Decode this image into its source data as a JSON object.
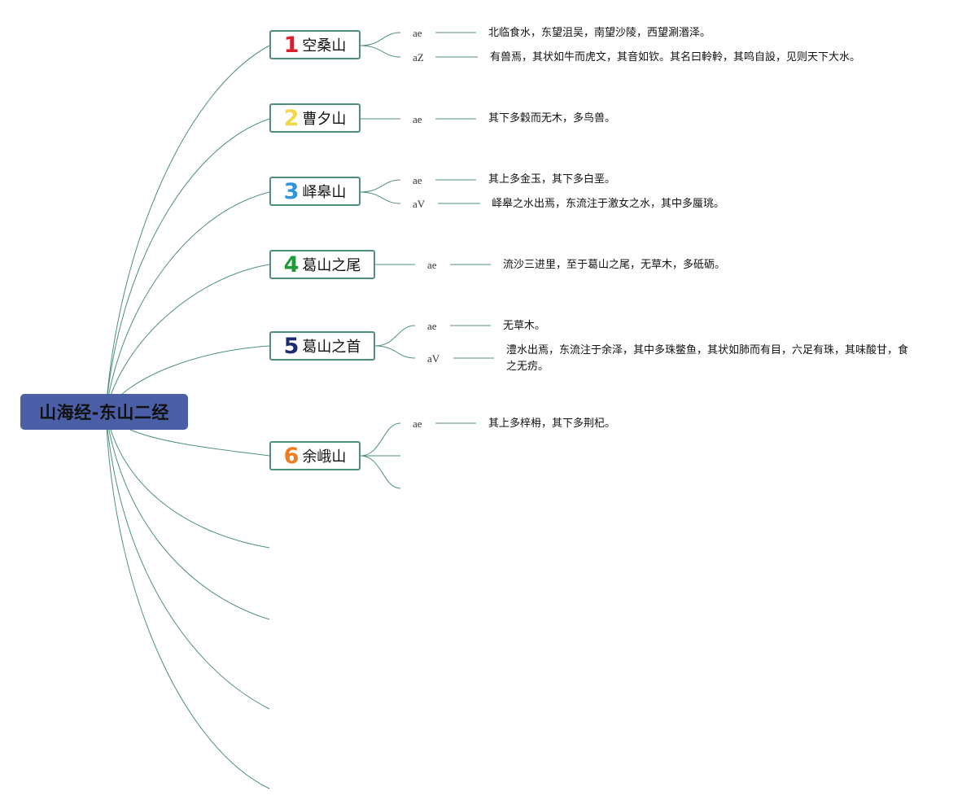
{
  "root": {
    "title": "山海经-东山二经"
  },
  "mountains": [
    {
      "number": "1",
      "color": "#d6202e",
      "name": "空桑山",
      "entries": [
        {
          "tag": "ae",
          "text": "北临食水，东望沮吴，南望沙陵，西望涮湣泽。"
        },
        {
          "tag": "aZ",
          "text": "有兽焉，其状如牛而虎文，其音如钦。其名曰軨軨，其鸣自設，见则天下大水。"
        }
      ]
    },
    {
      "number": "2",
      "color": "#f1d84a",
      "name": "曹夕山",
      "entries": [
        {
          "tag": "ae",
          "text": "其下多穀而无木，多鸟兽。"
        }
      ]
    },
    {
      "number": "3",
      "color": "#2d95d8",
      "name": "峄皋山",
      "entries": [
        {
          "tag": "ae",
          "text": "其上多金玉，其下多白垩。"
        },
        {
          "tag": "aV",
          "text": "峄皋之水出焉，东流注于激女之水，其中多蜃珧。"
        }
      ]
    },
    {
      "number": "4",
      "color": "#1f9a3a",
      "name": "葛山之尾",
      "entries": [
        {
          "tag": "ae",
          "text": "流沙三进里，至于葛山之尾，无草木，多砥砺。"
        }
      ]
    },
    {
      "number": "5",
      "color": "#1c2a6e",
      "name": "葛山之首",
      "entries": [
        {
          "tag": "ae",
          "text": "无草木。"
        },
        {
          "tag": "aV",
          "text": "澧水出焉，东流注于余泽，其中多珠鳖鱼，其状如肺而有目，六足有珠，其味酸甘，食之无疠。"
        }
      ]
    },
    {
      "number": "6",
      "color": "#f07a1c",
      "name": "余峨山",
      "entries": [
        {
          "tag": "ae",
          "text": "其上多梓枏，其下多荆杞。"
        }
      ]
    }
  ]
}
